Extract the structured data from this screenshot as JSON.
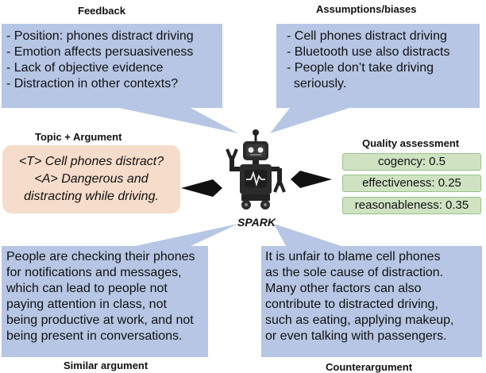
{
  "labels": {
    "feedback": "Feedback",
    "assumptions": "Assumptions/biases",
    "topic_argument": "Topic + Argument",
    "quality": "Quality assessment",
    "similar": "Similar argument",
    "counter": "Counterargument",
    "spark": "SPARK"
  },
  "feedback_items": [
    "- Position: phones distract driving",
    "- Emotion affects persuasiveness",
    "- Lack of objective evidence",
    "- Distraction in other contexts?"
  ],
  "assumption_items": [
    "- Cell phones distract driving",
    "- Bluetooth use also distracts",
    "- People don’t take driving",
    "  seriously."
  ],
  "topic_lines": [
    "<T> Cell phones distract?",
    "<A> Dangerous and",
    "distracting while driving."
  ],
  "quality_items": [
    "cogency: 0.5",
    "effectiveness: 0.25",
    "reasonableness: 0.35"
  ],
  "similar_text": "People are checking their phones\nfor notifications and messages,\nwhich can lead to people not\npaying attention in class, not\nbeing productive at work, and not\nbeing present in conversations.",
  "counter_text": "It is unfair to blame cell phones\nas the sole cause of distraction.\nMany other factors can also\ncontribute to distracted driving,\nsuch as eating, applying makeup,\nor even talking with passengers.",
  "colors": {
    "blue_box": "#b6c6e4",
    "peach_box": "#f6dcca",
    "green_pill": "#cfe3c3",
    "arrow": "#111111"
  },
  "icons": {
    "robot": "robot-icon"
  }
}
